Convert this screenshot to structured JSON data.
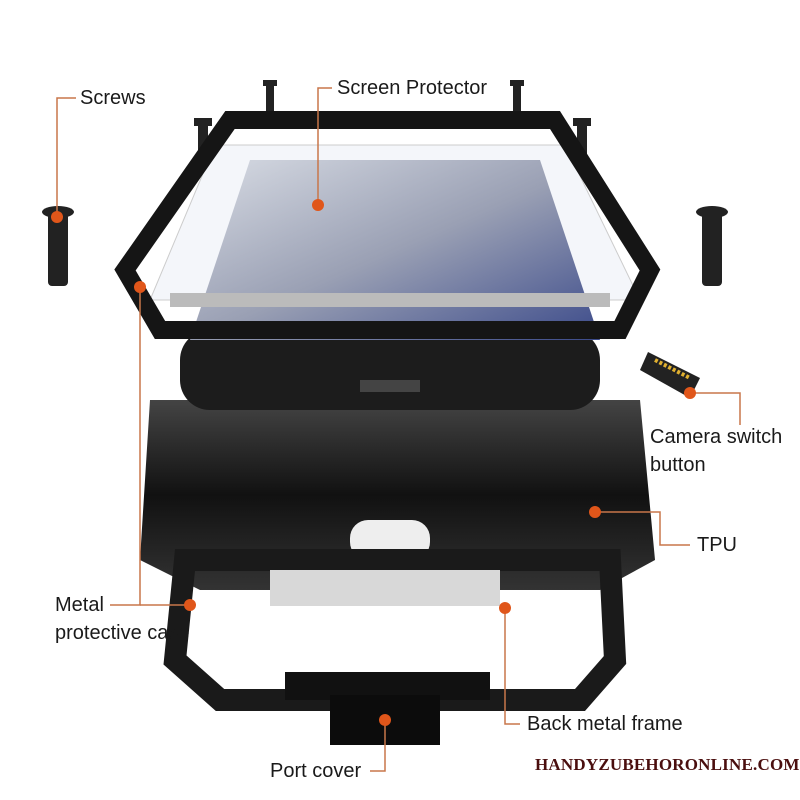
{
  "labels": {
    "screws": "Screws",
    "screen_protector": "Screen Protector",
    "camera_switch_line1": "Camera switch",
    "camera_switch_line2": "button",
    "tpu": "TPU",
    "metal_case_line1": "Metal",
    "metal_case_line2": "protective case",
    "back_metal_frame": "Back metal frame",
    "port_cover": "Port cover"
  },
  "watermark": "HANDYZUBEHORONLINE.COM",
  "colors": {
    "accent_dot": "#e0561a",
    "leader_line": "#c8764a",
    "frame": "#1b1b1b"
  }
}
